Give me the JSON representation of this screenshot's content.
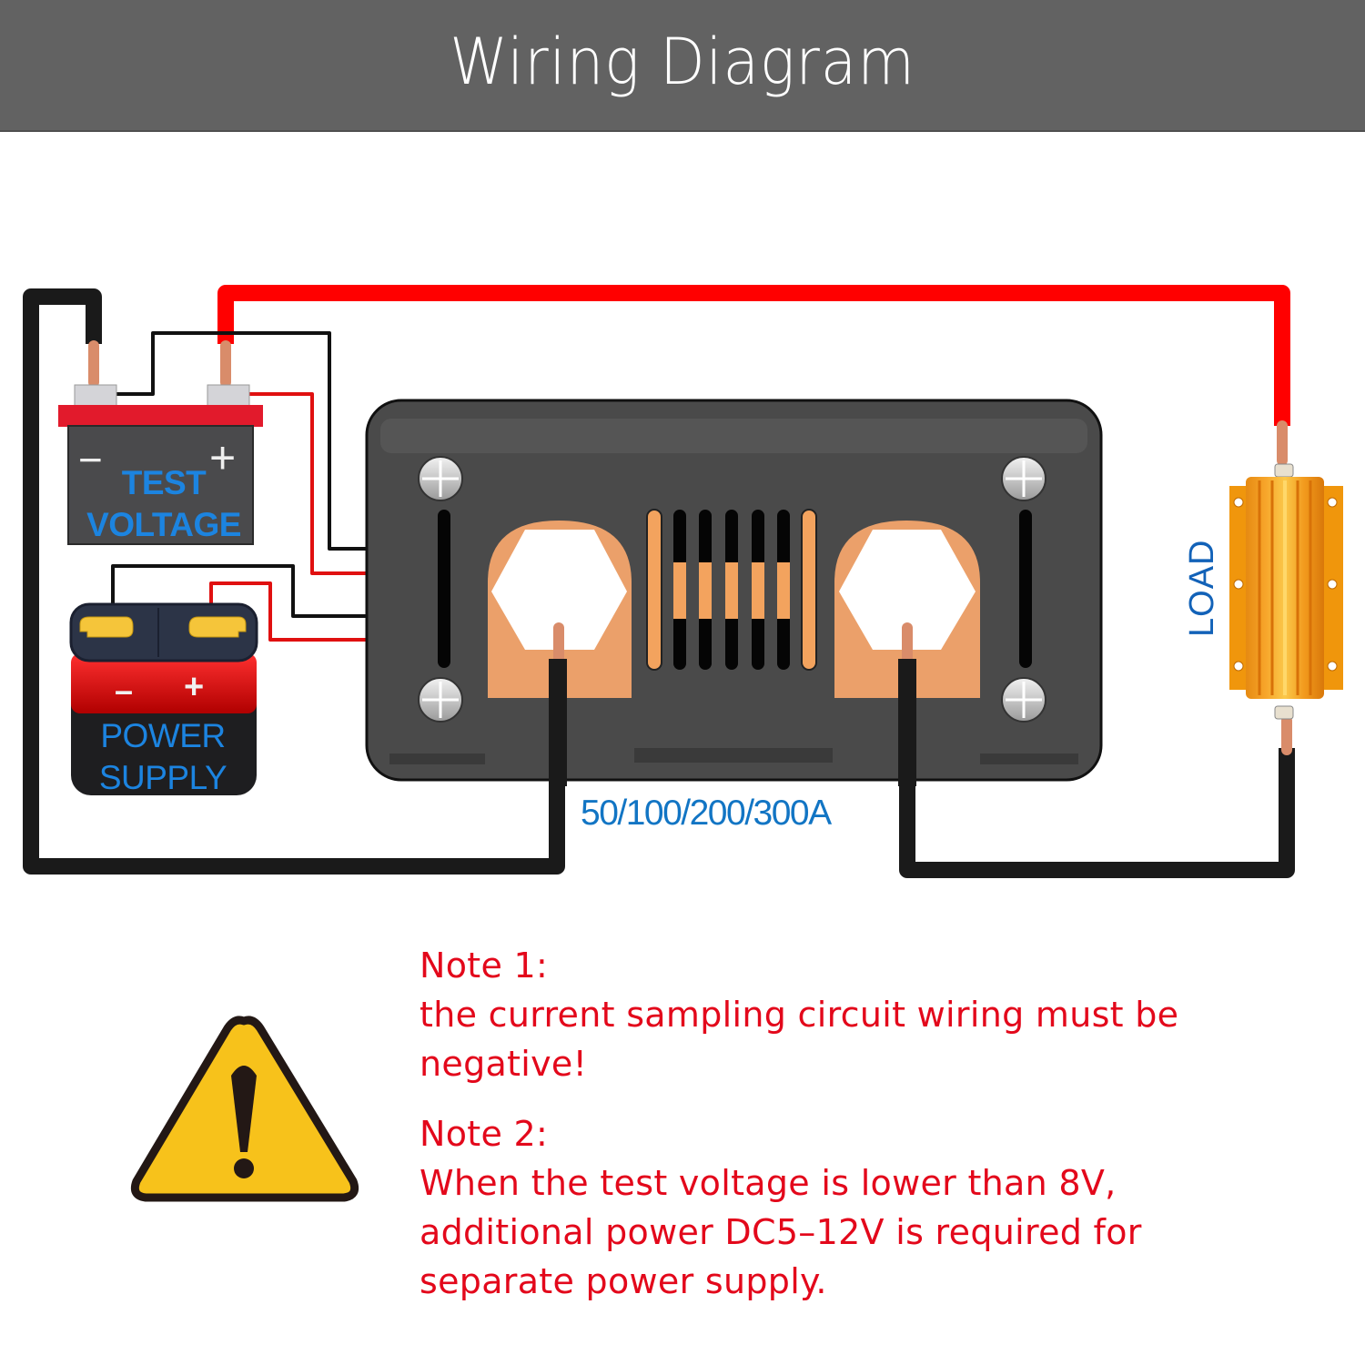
{
  "header": {
    "title": "Wiring Diagram",
    "background_color": "#626262"
  },
  "components": {
    "test_battery": {
      "line1": "TEST",
      "line2": "VOLTAGE",
      "minus_symbol": "−",
      "plus_symbol": "+"
    },
    "power_supply": {
      "line1": "POWER",
      "line2": "SUPPLY",
      "minus_symbol": "–",
      "plus_symbol": "+"
    },
    "shunt_meter": {
      "range_label": "50/100/200/300A"
    },
    "load": {
      "label": "LOAD"
    }
  },
  "wires": {
    "positive_color": "#ff0000",
    "negative_color": "#1a1a1a",
    "copper_color": "#d98c6a"
  },
  "notes": [
    {
      "heading": "Note 1:",
      "body": "the current sampling circuit wiring must be\nnegative!"
    },
    {
      "heading": "Note 2:",
      "body": "When the test voltage is lower than 8V,\nadditional power DC5–12V is required for\nseparate power supply."
    }
  ],
  "colors": {
    "note_text": "#e3081b",
    "label_blue": "#1275c4",
    "warning_yellow": "#f7c21b"
  },
  "warning_icon": "warning-triangle-icon"
}
